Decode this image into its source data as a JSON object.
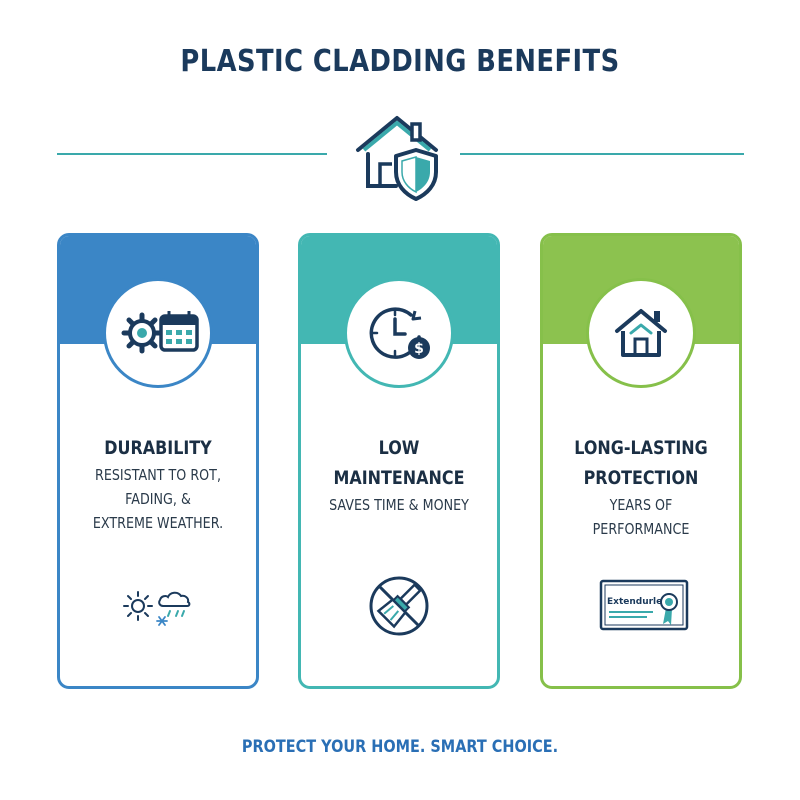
{
  "page": {
    "title": "PLASTIC CLADDING BENEFITS",
    "hero_icon": "house-shield-icon",
    "tagline": "PROTECT YOUR HOME. SMART CHOICE."
  },
  "colors": {
    "navy": "#1b3a5c",
    "teal": "#3aa9ab",
    "blue": "#3b86c6",
    "aqua": "#43b7b3",
    "green": "#86c04a",
    "tagline": "#2a6fb5"
  },
  "cards": [
    {
      "heading": "DURABILITY",
      "description": "RESISTANT TO ROT,\nFADING, &\nEXTREME WEATHER.",
      "top_icon": "gear-calendar-icon",
      "bottom_icon": "weather-icon"
    },
    {
      "heading": "LOW\nMAINTENANCE",
      "description": "SAVES TIME & MONEY",
      "top_icon": "clock-dollar-icon",
      "bottom_icon": "no-paintbrush-icon"
    },
    {
      "heading": "LONG-LASTING\nPROTECTION",
      "description": "YEARS OF PERFORMANCE",
      "top_icon": "house-icon",
      "bottom_icon": "warranty-certificate-icon",
      "certificate_text": "Extendurlet"
    }
  ]
}
